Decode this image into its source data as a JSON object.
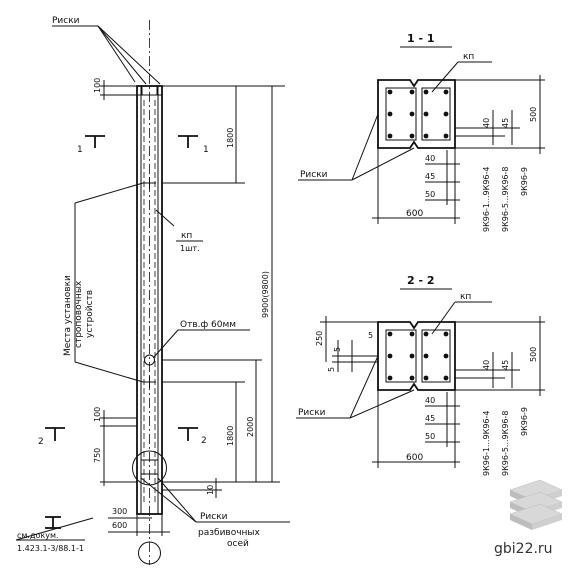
{
  "column": {
    "label_notches_top": "Риски",
    "label_kp": "кп",
    "label_kp_count": "1шт.",
    "label_lifting": "Места установки строповочных устройств",
    "label_lifting_1": "Места установки",
    "label_lifting_2": "строповочных",
    "label_lifting_3": "устройств",
    "label_hole": "Отв.ф 60мм",
    "label_notches_bottom": "Риски",
    "label_axes": "разбивочных осей",
    "label_axes_1": "разбивочных",
    "label_axes_2": "осей",
    "ref_line1": "см.докум.",
    "ref_line2": "1.423.1-3/88.1-1",
    "dim_100_top": "100",
    "dim_1800_top": "1800",
    "dim_total": "9900(9800)",
    "dim_2000": "2000",
    "dim_1800_bottom": "1800",
    "dim_100_bottom": "100",
    "dim_750": "750",
    "dim_10": "10",
    "dim_300": "300",
    "dim_600": "600",
    "section_mark_1": "1",
    "section_mark_2": "2"
  },
  "section_1": {
    "title": "1 - 1",
    "label_kp": "кп",
    "label_notches": "Риски",
    "dim_600": "600",
    "dim_500": "500",
    "dim_40a": "40",
    "dim_45a": "45",
    "dim_40b": "40",
    "dim_45b": "45",
    "dim_50": "50",
    "type_a": "9К96-1...9К96-4",
    "type_b": "9К96-5...9К96-8",
    "type_c": "9К96-9"
  },
  "section_2": {
    "title": "2 - 2",
    "label_kp": "кп",
    "label_notches": "Риски",
    "dim_600": "600",
    "dim_500": "500",
    "dim_250": "250",
    "dim_5a": "5",
    "dim_5b": "5",
    "dim_5c": "5",
    "dim_40a": "40",
    "dim_45a": "45",
    "dim_40b": "40",
    "dim_45b": "45",
    "dim_50": "50",
    "type_a": "9К96-1...9К96-4",
    "type_b": "9К96-5...9К96-8",
    "type_c": "9К96-9"
  },
  "watermark": {
    "site": "gbi22.ru",
    "logo_icon": "stacked-slabs-logo-icon"
  }
}
